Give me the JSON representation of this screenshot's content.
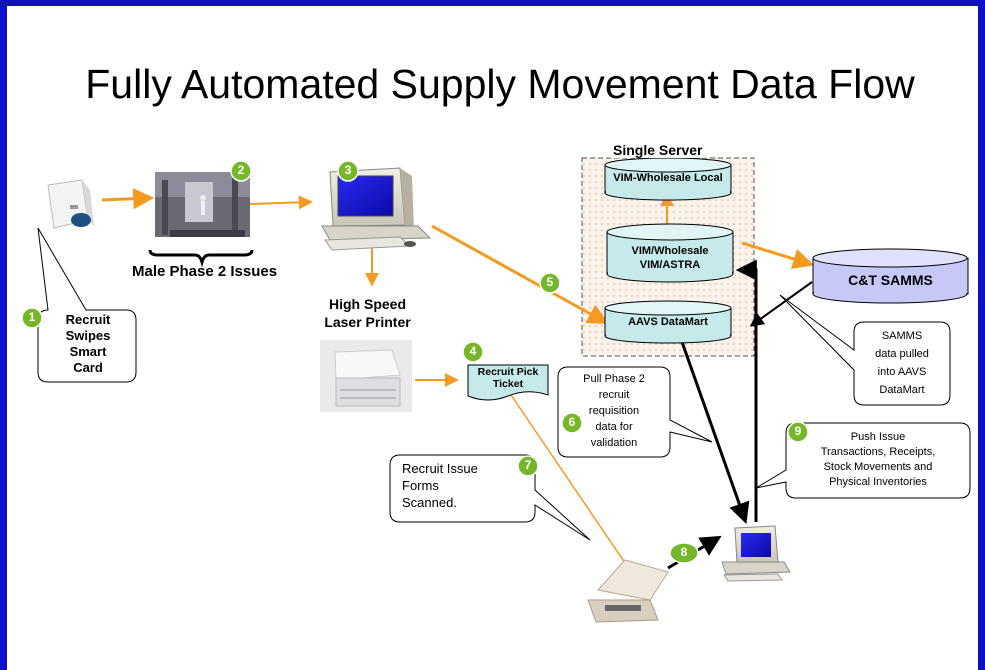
{
  "slide": {
    "title": "Fully Automated Supply Movement Data Flow",
    "single_server_label": "Single Server",
    "step_numbers": [
      "1",
      "2",
      "3",
      "4",
      "5",
      "6",
      "7",
      "8",
      "9"
    ],
    "databases": {
      "vim_local": "VIM-Wholesale Local",
      "vim_wholesale": "VIM/Wholesale\nVIM/ASTRA",
      "aavs_datamart": "AAVS DataMart",
      "ct_samms": "C&T SAMMS"
    },
    "labels": {
      "male_phase2": "Male Phase 2 Issues",
      "printer": "High Speed\nLaser Printer",
      "pick_ticket": "Recruit Pick\nTicket"
    },
    "callouts": {
      "swipe": "Recruit\nSwipes\nSmart\nCard",
      "samms_pulled": "SAMMS\ndata pulled\ninto AAVS\nDataMart",
      "pull_phase2": "Pull Phase 2\nrecruit\nrequisition\ndata for\nvalidation",
      "issue_forms": "Recruit Issue\nForms\nScanned.",
      "push_issue": "Push Issue\nTransactions, Receipts,\nStock Movements and\nPhysical Inventories"
    },
    "colors": {
      "frame": "#1010c8",
      "arrow_orange": "#f59a20",
      "badge_green": "#74b82a",
      "db_teal": "#c6eaec",
      "db_purple": "#c7c8f8",
      "screen_blue": "#1010d8"
    },
    "icons": [
      "card-reader-icon",
      "warehouse-photo-icon",
      "computer-icon",
      "laser-printer-icon",
      "document-scanner-icon"
    ]
  }
}
